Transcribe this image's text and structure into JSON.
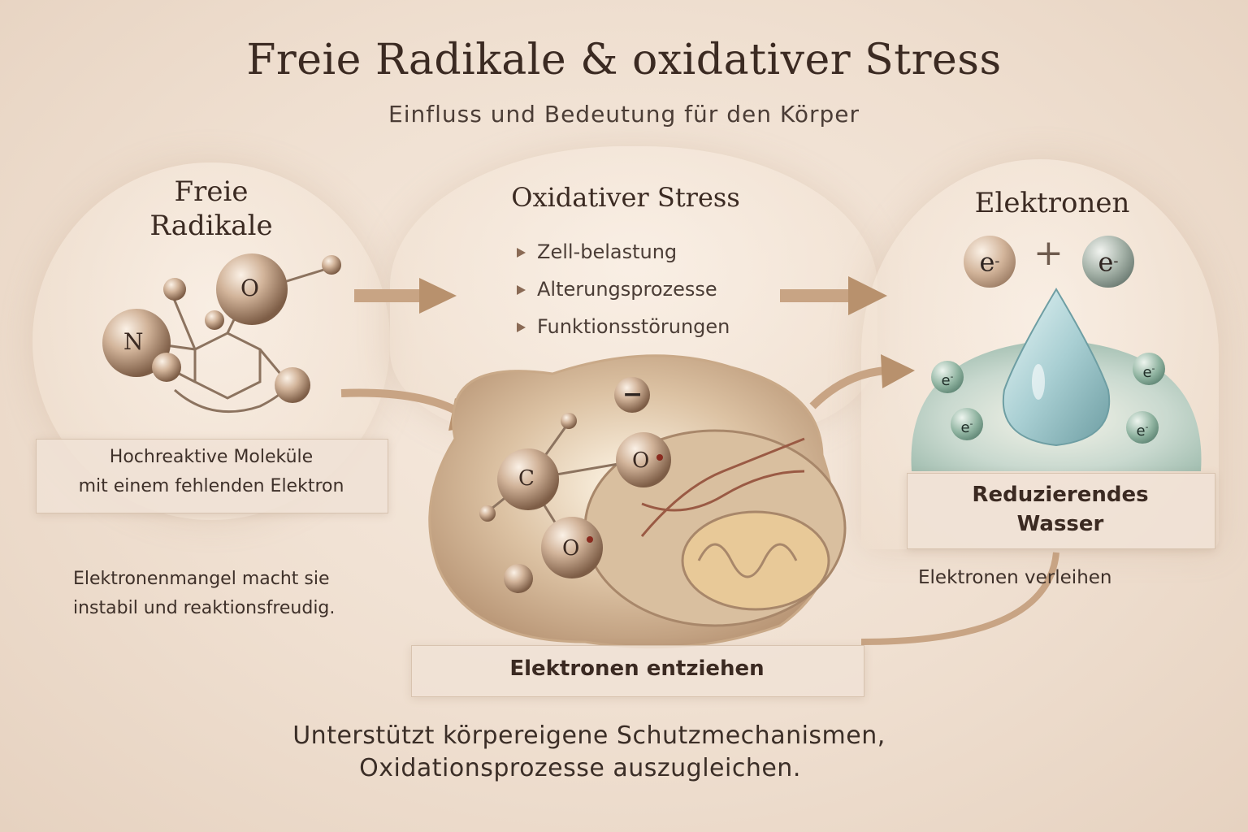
{
  "header": {
    "title": "Freie Radikale & oxidativer Stress",
    "subtitle": "Einfluss und Bedeutung  für den Körper"
  },
  "left_panel": {
    "title_line1": "Freie",
    "title_line2": "Radikale",
    "atom_n": "N",
    "atom_o": "O",
    "box_line1": "Hochreaktive Moleküle",
    "box_line2": "mit einem fehlenden Elektron",
    "note_line1": "Elektronenmangel macht sie",
    "note_line2": "instabil und reaktionsfreudig."
  },
  "center_panel": {
    "title": "Oxidativer Stress",
    "bullets": [
      "Zell-belastung",
      "Alterungsprozesse",
      "Funktionsstörungen"
    ],
    "atom_c": "C",
    "atom_o1": "O",
    "atom_o2": "O",
    "minus": "−",
    "box_label": "Elektronen entziehen"
  },
  "right_panel": {
    "title": "Elektronen",
    "electron": "e",
    "electron_sup": "-",
    "plus": "+",
    "box_line1": "Reduzierendes",
    "box_line2": "Wasser",
    "note": "Elektronen verleihen"
  },
  "footer": {
    "line1": "Unterstützt körpereigene Schutzmechanismen,",
    "line2": "Oxidationsprozesse auszugleichen."
  },
  "colors": {
    "background": "#efdfd0",
    "arrow": "#b8916d",
    "sphere_bronze": "#b89478",
    "electron_green": "#6f9a86",
    "water_drop": "#a9cfd3"
  }
}
